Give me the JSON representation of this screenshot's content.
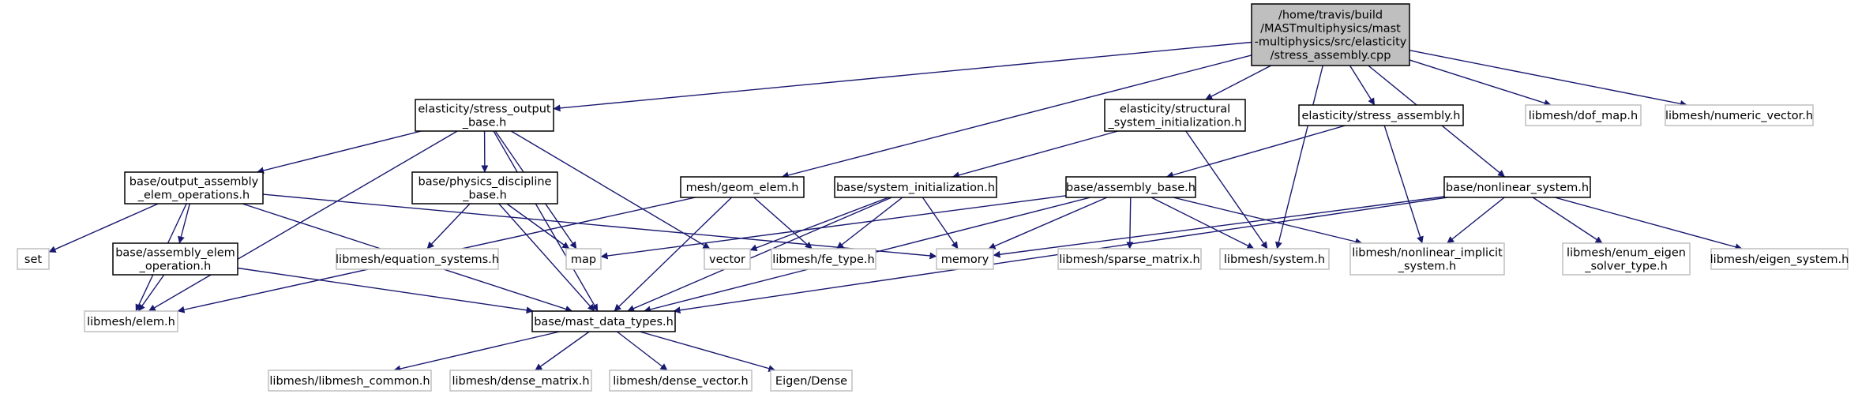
{
  "graph_title": "",
  "colors": {
    "edge": "#191970",
    "root_fill": "#bfbfbf",
    "root_stroke": "#000000",
    "local_stroke": "#000000",
    "external_stroke": "#bfbfbf",
    "external_text": "#404040"
  },
  "nodes": [
    {
      "id": "root",
      "kind": "root",
      "lines": [
        "/home/travis/build",
        "/MASTmultiphysics/mast",
        "-multiphysics/src/elasticity",
        "/stress_assembly.cpp"
      ]
    },
    {
      "id": "stress_output_base",
      "kind": "local",
      "lines": [
        "elasticity/stress_output",
        "_base.h"
      ]
    },
    {
      "id": "structural_system_init",
      "kind": "local",
      "lines": [
        "elasticity/structural",
        "_system_initialization.h"
      ]
    },
    {
      "id": "stress_assembly_h",
      "kind": "local",
      "lines": [
        "elasticity/stress_assembly.h"
      ]
    },
    {
      "id": "dof_map",
      "kind": "external",
      "lines": [
        "libmesh/dof_map.h"
      ]
    },
    {
      "id": "numeric_vector",
      "kind": "external",
      "lines": [
        "libmesh/numeric_vector.h"
      ]
    },
    {
      "id": "output_assembly_elem_ops",
      "kind": "local",
      "lines": [
        "base/output_assembly",
        "_elem_operations.h"
      ]
    },
    {
      "id": "physics_discipline_base",
      "kind": "local",
      "lines": [
        "base/physics_discipline",
        "_base.h"
      ]
    },
    {
      "id": "geom_elem",
      "kind": "local",
      "lines": [
        "mesh/geom_elem.h"
      ]
    },
    {
      "id": "system_initialization",
      "kind": "local",
      "lines": [
        "base/system_initialization.h"
      ]
    },
    {
      "id": "assembly_base",
      "kind": "local",
      "lines": [
        "base/assembly_base.h"
      ]
    },
    {
      "id": "nonlinear_system",
      "kind": "local",
      "lines": [
        "base/nonlinear_system.h"
      ]
    },
    {
      "id": "set",
      "kind": "external",
      "lines": [
        "set"
      ]
    },
    {
      "id": "assembly_elem_operation",
      "kind": "local",
      "lines": [
        "base/assembly_elem",
        "_operation.h"
      ]
    },
    {
      "id": "equation_systems",
      "kind": "external",
      "lines": [
        "libmesh/equation_systems.h"
      ]
    },
    {
      "id": "map",
      "kind": "external",
      "lines": [
        "map"
      ]
    },
    {
      "id": "vector",
      "kind": "external",
      "lines": [
        "vector"
      ]
    },
    {
      "id": "fe_type",
      "kind": "external",
      "lines": [
        "libmesh/fe_type.h"
      ]
    },
    {
      "id": "memory",
      "kind": "external",
      "lines": [
        "memory"
      ]
    },
    {
      "id": "sparse_matrix",
      "kind": "external",
      "lines": [
        "libmesh/sparse_matrix.h"
      ]
    },
    {
      "id": "system",
      "kind": "external",
      "lines": [
        "libmesh/system.h"
      ]
    },
    {
      "id": "nonlinear_implicit_system",
      "kind": "external",
      "lines": [
        "libmesh/nonlinear_implicit",
        "_system.h"
      ]
    },
    {
      "id": "enum_eigen_solver_type",
      "kind": "external",
      "lines": [
        "libmesh/enum_eigen",
        "_solver_type.h"
      ]
    },
    {
      "id": "eigen_system",
      "kind": "external",
      "lines": [
        "libmesh/eigen_system.h"
      ]
    },
    {
      "id": "elem",
      "kind": "external",
      "lines": [
        "libmesh/elem.h"
      ]
    },
    {
      "id": "mast_data_types",
      "kind": "local",
      "lines": [
        "base/mast_data_types.h"
      ]
    },
    {
      "id": "libmesh_common",
      "kind": "external",
      "lines": [
        "libmesh/libmesh_common.h"
      ]
    },
    {
      "id": "dense_matrix",
      "kind": "external",
      "lines": [
        "libmesh/dense_matrix.h"
      ]
    },
    {
      "id": "dense_vector",
      "kind": "external",
      "lines": [
        "libmesh/dense_vector.h"
      ]
    },
    {
      "id": "eigen_dense",
      "kind": "external",
      "lines": [
        "Eigen/Dense"
      ]
    }
  ],
  "edges": [
    [
      "root",
      "stress_output_base"
    ],
    [
      "root",
      "geom_elem"
    ],
    [
      "root",
      "structural_system_init"
    ],
    [
      "root",
      "system"
    ],
    [
      "root",
      "stress_assembly_h"
    ],
    [
      "root",
      "nonlinear_system"
    ],
    [
      "root",
      "dof_map"
    ],
    [
      "root",
      "numeric_vector"
    ],
    [
      "stress_output_base",
      "output_assembly_elem_ops"
    ],
    [
      "stress_output_base",
      "physics_discipline_base"
    ],
    [
      "stress_output_base",
      "elem"
    ],
    [
      "stress_output_base",
      "mast_data_types"
    ],
    [
      "stress_output_base",
      "map"
    ],
    [
      "stress_output_base",
      "vector"
    ],
    [
      "output_assembly_elem_ops",
      "set"
    ],
    [
      "output_assembly_elem_ops",
      "elem"
    ],
    [
      "output_assembly_elem_ops",
      "assembly_elem_operation"
    ],
    [
      "output_assembly_elem_ops",
      "mast_data_types"
    ],
    [
      "output_assembly_elem_ops",
      "memory"
    ],
    [
      "assembly_elem_operation",
      "elem"
    ],
    [
      "assembly_elem_operation",
      "mast_data_types"
    ],
    [
      "physics_discipline_base",
      "equation_systems"
    ],
    [
      "physics_discipline_base",
      "map"
    ],
    [
      "physics_discipline_base",
      "mast_data_types"
    ],
    [
      "geom_elem",
      "elem"
    ],
    [
      "geom_elem",
      "mast_data_types"
    ],
    [
      "geom_elem",
      "fe_type"
    ],
    [
      "structural_system_init",
      "system_initialization"
    ],
    [
      "structural_system_init",
      "system"
    ],
    [
      "system_initialization",
      "vector"
    ],
    [
      "system_initialization",
      "fe_type"
    ],
    [
      "system_initialization",
      "mast_data_types"
    ],
    [
      "system_initialization",
      "memory"
    ],
    [
      "stress_assembly_h",
      "assembly_base"
    ],
    [
      "stress_assembly_h",
      "nonlinear_implicit_system"
    ],
    [
      "assembly_base",
      "map"
    ],
    [
      "assembly_base",
      "memory"
    ],
    [
      "assembly_base",
      "sparse_matrix"
    ],
    [
      "assembly_base",
      "system"
    ],
    [
      "assembly_base",
      "nonlinear_implicit_system"
    ],
    [
      "assembly_base",
      "mast_data_types"
    ],
    [
      "nonlinear_system",
      "memory"
    ],
    [
      "nonlinear_system",
      "nonlinear_implicit_system"
    ],
    [
      "nonlinear_system",
      "enum_eigen_solver_type"
    ],
    [
      "nonlinear_system",
      "eigen_system"
    ],
    [
      "nonlinear_system",
      "mast_data_types"
    ],
    [
      "mast_data_types",
      "libmesh_common"
    ],
    [
      "mast_data_types",
      "dense_matrix"
    ],
    [
      "mast_data_types",
      "dense_vector"
    ],
    [
      "mast_data_types",
      "eigen_dense"
    ]
  ]
}
